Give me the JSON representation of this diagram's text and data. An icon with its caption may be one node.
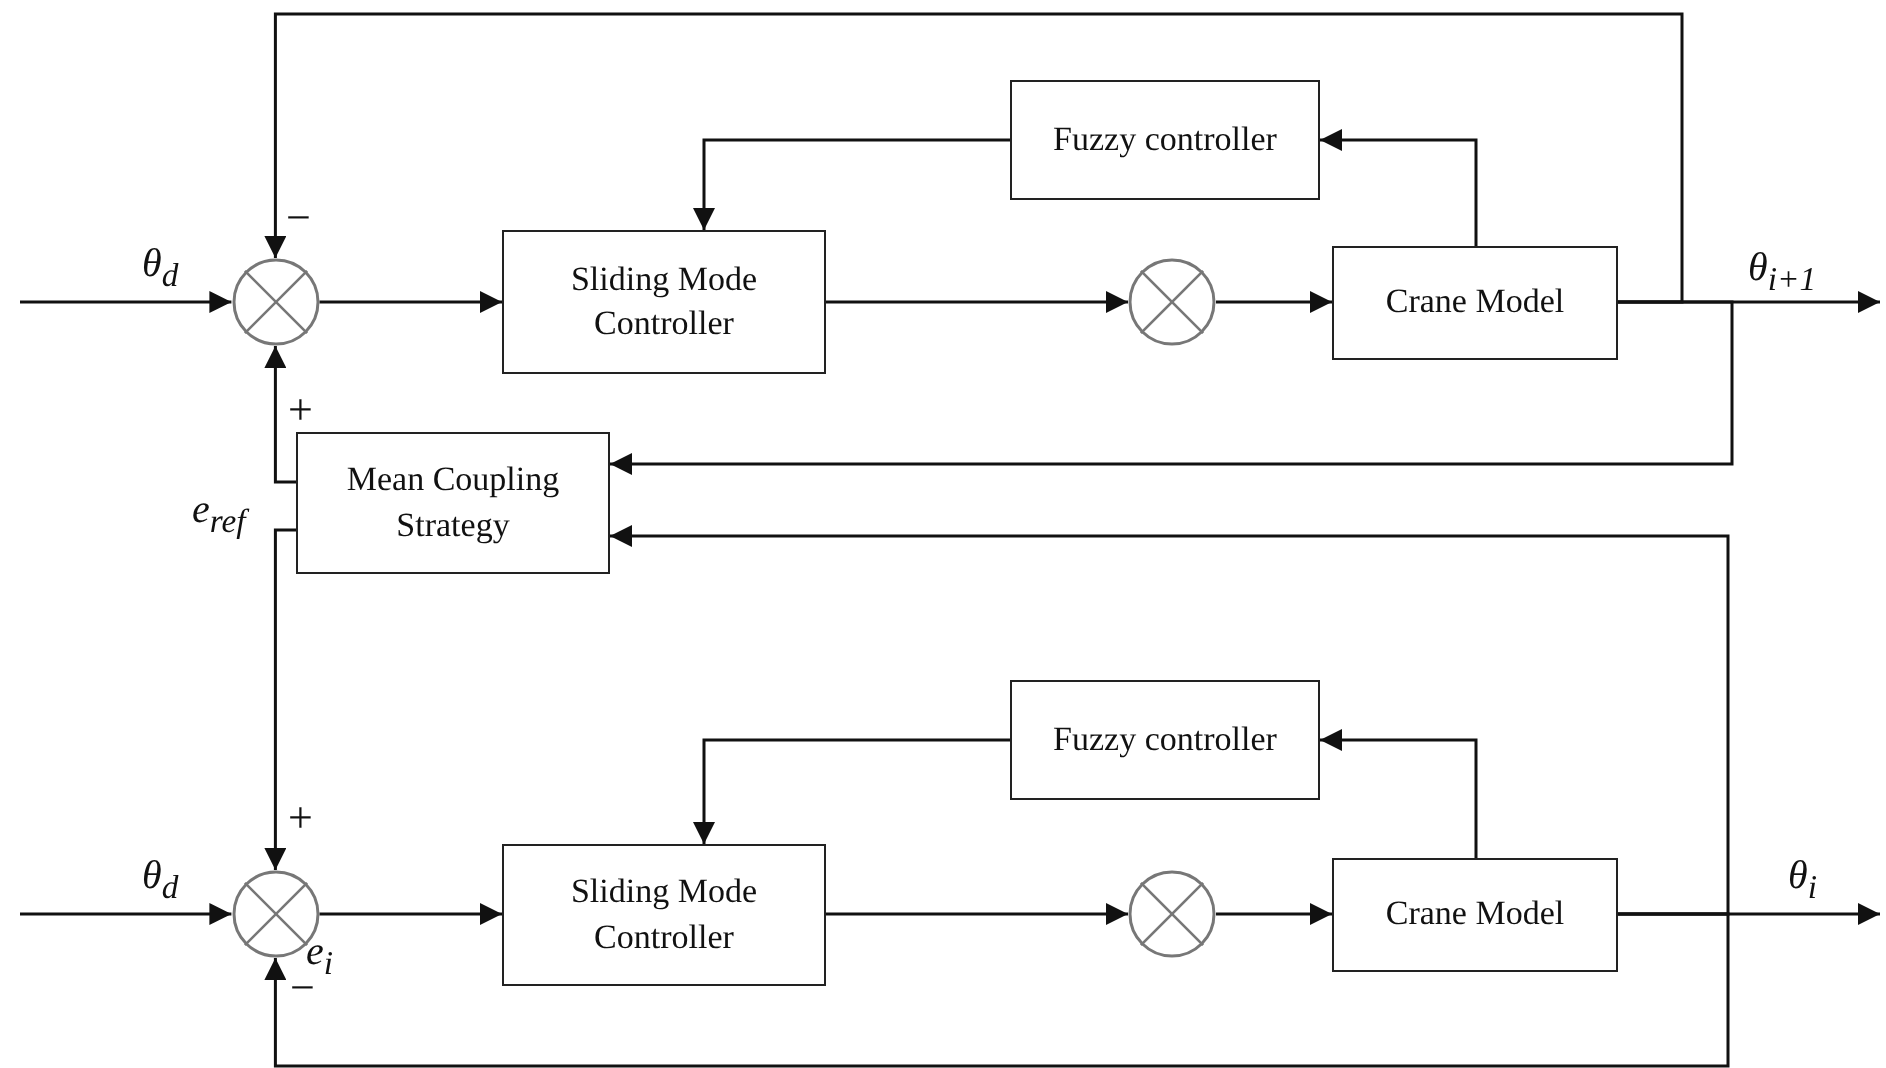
{
  "diagram": {
    "nodes": [
      {
        "text": [],
        "shape": "circle"
      },
      {
        "text": [
          "Sliding Mode Controller"
        ]
      },
      {
        "text": [],
        "shape": "circle"
      },
      {
        "text": [
          "Crane Model"
        ]
      },
      {
        "text": [
          "Fuzzy controller"
        ]
      },
      {
        "text": [
          "Mean Coupling Strategy"
        ]
      },
      {
        "text": [],
        "shape": "circle",
        "beside": [
          "e$_{i}$"
        ]
      },
      {
        "text": [
          "Sliding Mode Controller"
        ]
      },
      {
        "text": [],
        "shape": "circle"
      },
      {
        "text": [
          "Crane Model"
        ]
      },
      {
        "text": [
          "Fuzzy controller"
        ]
      }
    ],
    "edges": [
      {
        "from": null,
        "to": 0,
        "arrow": "to",
        "label": "θ$_{d}$"
      },
      {
        "from": 0,
        "to": 1,
        "arrow": "to"
      },
      {
        "from": 1,
        "to": 2,
        "arrow": "to"
      },
      {
        "from": 2,
        "to": 3,
        "arrow": "to"
      },
      {
        "from": 3,
        "to": 4,
        "arrow": "to"
      },
      {
        "from": 4,
        "to": 1,
        "arrow": "to"
      },
      {
        "from": 3,
        "to": null,
        "arrow": "to",
        "label": "θ$_{i+1}$"
      },
      {
        "from": 3,
        "to": 0,
        "arrow": "to"
      },
      {
        "from": 3,
        "to": 5,
        "arrow": "to"
      },
      {
        "from": 5,
        "to": 0,
        "arrow": "to",
        "label": "e$_{ref}$"
      },
      {
        "from": 5,
        "to": 6,
        "arrow": "to"
      },
      {
        "from": null,
        "to": 6,
        "arrow": "to",
        "label": "θ$_{d}$"
      },
      {
        "from": 6,
        "to": 7,
        "arrow": "to"
      },
      {
        "from": 7,
        "to": 8,
        "arrow": "to"
      },
      {
        "from": 8,
        "to": 9,
        "arrow": "to"
      },
      {
        "from": 9,
        "to": 10,
        "arrow": "to"
      },
      {
        "from": 10,
        "to": 7,
        "arrow": "to"
      },
      {
        "from": 9,
        "to": null,
        "arrow": "to",
        "label": "θ$_{i}$"
      },
      {
        "from": 9,
        "to": 5,
        "arrow": "to"
      },
      {
        "from": 9,
        "to": 6,
        "arrow": "to"
      }
    ],
    "labels": [
      "−",
      "+",
      "+",
      "−"
    ]
  }
}
